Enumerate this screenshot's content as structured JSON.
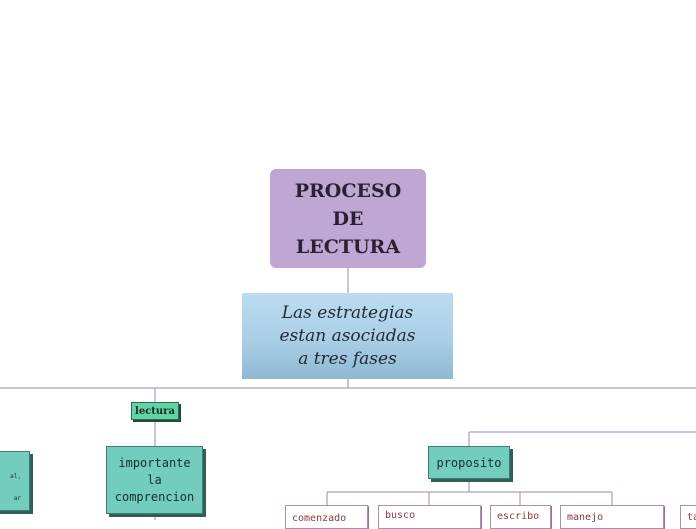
{
  "diagram": {
    "root": "PROCESO DE LECTURA",
    "subtitle": "Las estrategias estan asociadas a tres fases",
    "phase_tag": "lectura",
    "importance_node": "importante la comprencion",
    "purpose_node": "proposito",
    "left_partial": [
      "al,",
      "ar"
    ],
    "purpose_children": [
      "comenzado",
      "busco",
      "escribo",
      "manejo",
      "ta"
    ]
  },
  "colors": {
    "root_fill": "#c0a7d3",
    "subtitle_fill": "#a9cfe6",
    "tag_fill": "#62d3a4",
    "teal_fill": "#72cdbd",
    "connector": "#9b86b5",
    "leaf_border": "#b48ab6"
  }
}
